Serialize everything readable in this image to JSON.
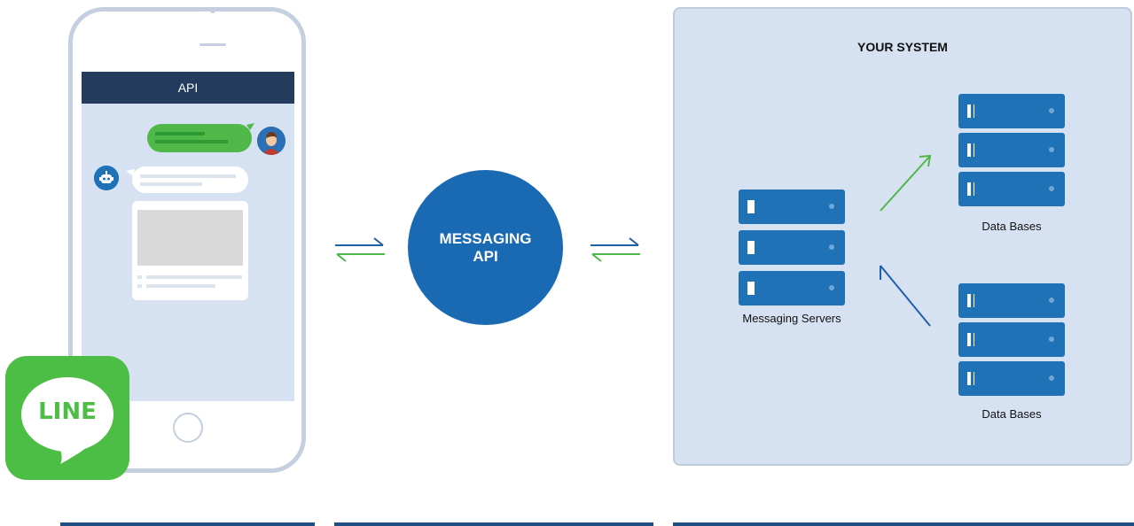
{
  "phone": {
    "header_title": "API",
    "logo_text": "LINE"
  },
  "api": {
    "line1": "MESSAGING",
    "line2": "API"
  },
  "system": {
    "title": "YOUR SYSTEM",
    "messaging_servers_label": "Messaging Servers",
    "databases_top_label": "Data Bases",
    "databases_bottom_label": "Data Bases"
  },
  "colors": {
    "navy": "#233b5c",
    "line_green": "#4cbd45",
    "api_blue": "#1a69b3",
    "server_blue": "#1e72b5",
    "arrow_green": "#4fb848",
    "arrow_blue": "#1f5fa8",
    "panel_bg": "#d6e2f2"
  },
  "icons": [
    "user-avatar-icon",
    "bot-avatar-icon",
    "line-logo-icon",
    "exchange-arrows-icon",
    "server-icon"
  ]
}
